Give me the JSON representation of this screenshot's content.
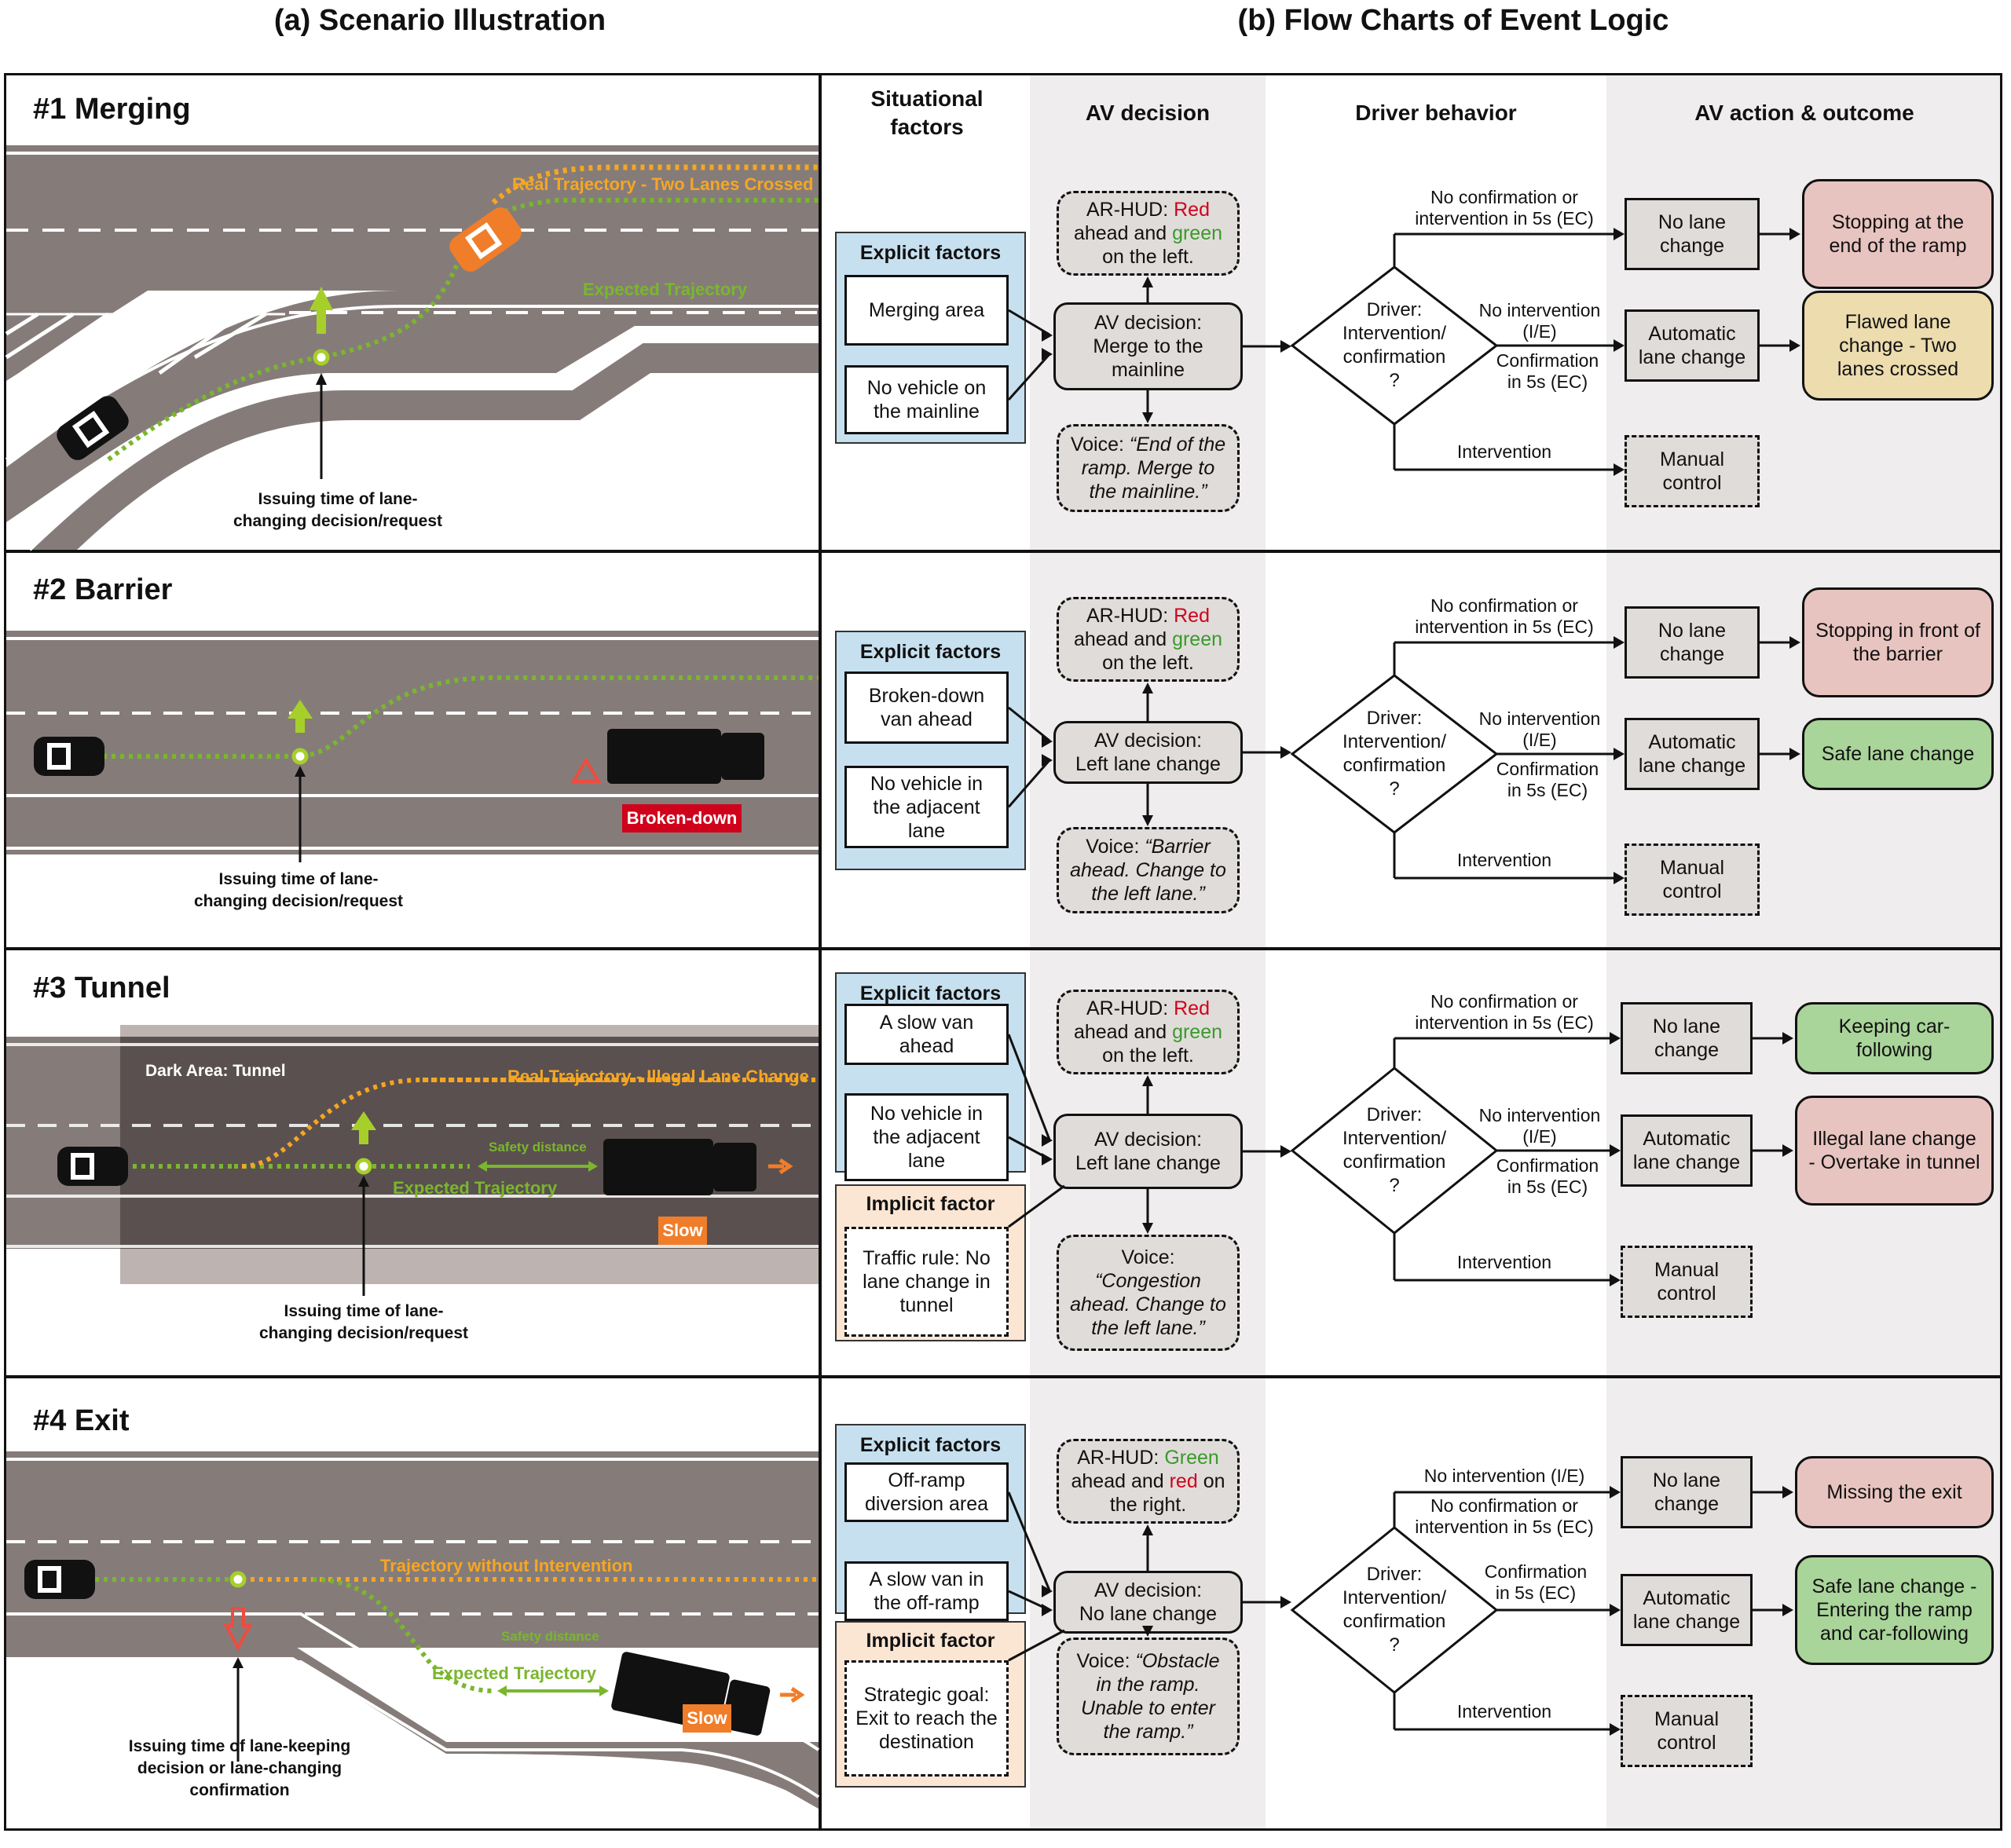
{
  "titles": {
    "left": "(a)  Scenario Illustration",
    "right": "(b) Flow Charts of Event Logic"
  },
  "columns": [
    "Situational factors",
    "AV decision",
    "Driver behavior",
    "AV action & outcome"
  ],
  "colors": {
    "road": "#857c7a",
    "tunnel": "#5a504f",
    "real_trajectory": "#f5a623",
    "expected_trajectory": "#7ab62e",
    "orange_car": "#f07d2a",
    "broken_badge": "#d0021b",
    "slow_badge": "#f07d2a",
    "explicit_bg": "#c7e0ef",
    "implicit_bg": "#fbe6d4",
    "outcome_red": "#e8c4c0",
    "outcome_yellow": "#ecdcae",
    "outcome_green": "#a9d49a"
  },
  "scenarios": [
    {
      "title": "#1 Merging",
      "illustration": {
        "real_label": "Real Trajectory - Two Lanes Crossed",
        "expected_label": "Expected Trajectory",
        "annotation": [
          "Issuing time of lane-",
          "changing decision/request"
        ]
      },
      "explicit_header": "Explicit factors",
      "explicit": [
        "Merging area",
        "No vehicle on the mainline"
      ],
      "implicit_header": null,
      "implicit": null,
      "decision": [
        "AV decision:",
        "Merge to the",
        "mainline"
      ],
      "hud": {
        "prefix": "AR-HUD: ",
        "c1": "Red",
        "mid": " ahead and ",
        "c2": "green",
        "suffix": " on the left."
      },
      "voice": {
        "prefix": "Voice: ",
        "quote": "“End of the ramp. Merge to the mainline.”"
      },
      "diamond": [
        "Driver:",
        "Intervention/",
        "confirmation",
        "?"
      ],
      "edges": {
        "top": [
          "No confirmation or",
          "intervention in 5s (EC)"
        ],
        "mid_above": [
          "No intervention",
          "(I/E)"
        ],
        "mid_below": [
          "Confirmation",
          "in 5s (EC)"
        ],
        "bottom": [
          "Intervention"
        ]
      },
      "actions": [
        "No lane change",
        "Automatic lane change",
        "Manual control"
      ],
      "outcomes": [
        {
          "text": "Stopping at the end of the ramp",
          "tone": "red"
        },
        {
          "text": "Flawed lane change - Two lanes crossed",
          "tone": "yellow"
        }
      ]
    },
    {
      "title": "#2 Barrier",
      "illustration": {
        "badge": "Broken-down",
        "annotation": [
          "Issuing time of lane-",
          "changing decision/request"
        ]
      },
      "explicit_header": "Explicit factors",
      "explicit": [
        "Broken-down van ahead",
        "No vehicle in the adjacent lane"
      ],
      "implicit_header": null,
      "implicit": null,
      "decision": [
        "AV decision:",
        "Left lane change"
      ],
      "hud": {
        "prefix": "AR-HUD: ",
        "c1": "Red",
        "mid": " ahead and ",
        "c2": "green",
        "suffix": " on the left."
      },
      "voice": {
        "prefix": "Voice: ",
        "quote": "“Barrier ahead. Change to the left lane.”"
      },
      "diamond": [
        "Driver:",
        "Intervention/",
        "confirmation",
        "?"
      ],
      "edges": {
        "top": [
          "No confirmation or",
          "intervention in 5s (EC)"
        ],
        "mid_above": [
          "No intervention",
          "(I/E)"
        ],
        "mid_below": [
          "Confirmation",
          "in 5s (EC)"
        ],
        "bottom": [
          "Intervention"
        ]
      },
      "actions": [
        "No lane change",
        "Automatic lane change",
        "Manual control"
      ],
      "outcomes": [
        {
          "text": "Stopping in front of the barrier",
          "tone": "red"
        },
        {
          "text": "Safe lane change",
          "tone": "green"
        }
      ]
    },
    {
      "title": "#3 Tunnel",
      "illustration": {
        "dark_label": "Dark Area: Tunnel",
        "real_label": "Real Trajectory - Illegal Lane Change",
        "expected_label": "Expected Trajectory",
        "safety_label": "Safety distance",
        "badge": "Slow",
        "annotation": [
          "Issuing time of lane-",
          "changing decision/request"
        ]
      },
      "explicit_header": "Explicit factors",
      "explicit": [
        "A slow van ahead",
        "No vehicle in the adjacent lane"
      ],
      "implicit_header": "Implicit factor",
      "implicit": "Traffic rule: No lane change in tunnel",
      "decision": [
        "AV decision:",
        "Left lane change"
      ],
      "hud": {
        "prefix": "AR-HUD: ",
        "c1": "Red",
        "mid": " ahead and ",
        "c2": "green",
        "suffix": " on the left."
      },
      "voice": {
        "prefix": "Voice: ",
        "quote": "“Congestion ahead. Change to the left lane.”"
      },
      "diamond": [
        "Driver:",
        "Intervention/",
        "confirmation",
        "?"
      ],
      "edges": {
        "top": [
          "No confirmation or",
          "intervention in 5s (EC)"
        ],
        "mid_above": [
          "No intervention",
          "(I/E)"
        ],
        "mid_below": [
          "Confirmation",
          "in 5s (EC)"
        ],
        "bottom": [
          "Intervention"
        ]
      },
      "actions": [
        "No lane change",
        "Automatic lane change",
        "Manual control"
      ],
      "outcomes": [
        {
          "text": "Keeping car-following",
          "tone": "green"
        },
        {
          "text": "Illegal lane change - Overtake in tunnel",
          "tone": "red"
        }
      ]
    },
    {
      "title": "#4 Exit",
      "illustration": {
        "real_label": "Trajectory without Intervention",
        "expected_label": "Expected Trajectory",
        "safety_label": "Safety distance",
        "badge": "Slow",
        "annotation": [
          "Issuing time of lane-keeping",
          "decision or lane-changing",
          "confirmation"
        ]
      },
      "explicit_header": "Explicit factors",
      "explicit": [
        "Off-ramp diversion area",
        "A slow van in the off-ramp"
      ],
      "implicit_header": "Implicit factor",
      "implicit": "Strategic goal: Exit to reach the destination",
      "decision": [
        "AV decision:",
        "No lane change"
      ],
      "hud": {
        "prefix": "AR-HUD: ",
        "c1": "Green",
        "mid": " ahead and ",
        "c2": "red",
        "suffix": " on the right."
      },
      "voice": {
        "prefix": "Voice: ",
        "quote": "“Obstacle in the ramp. Unable to enter the ramp.”"
      },
      "diamond": [
        "Driver:",
        "Intervention/",
        "confirmation",
        "?"
      ],
      "edges": {
        "top_above": [
          "No intervention (I/E)"
        ],
        "top": [
          "No confirmation or",
          "intervention in 5s (EC)"
        ],
        "mid_above": [
          "Confirmation",
          "in 5s (EC)"
        ],
        "bottom": [
          "Intervention"
        ]
      },
      "actions": [
        "No lane change",
        "Automatic lane change",
        "Manual control"
      ],
      "outcomes": [
        {
          "text": "Missing the exit",
          "tone": "red"
        },
        {
          "text": "Safe lane change - Entering the ramp and car-following",
          "tone": "green"
        }
      ]
    }
  ]
}
